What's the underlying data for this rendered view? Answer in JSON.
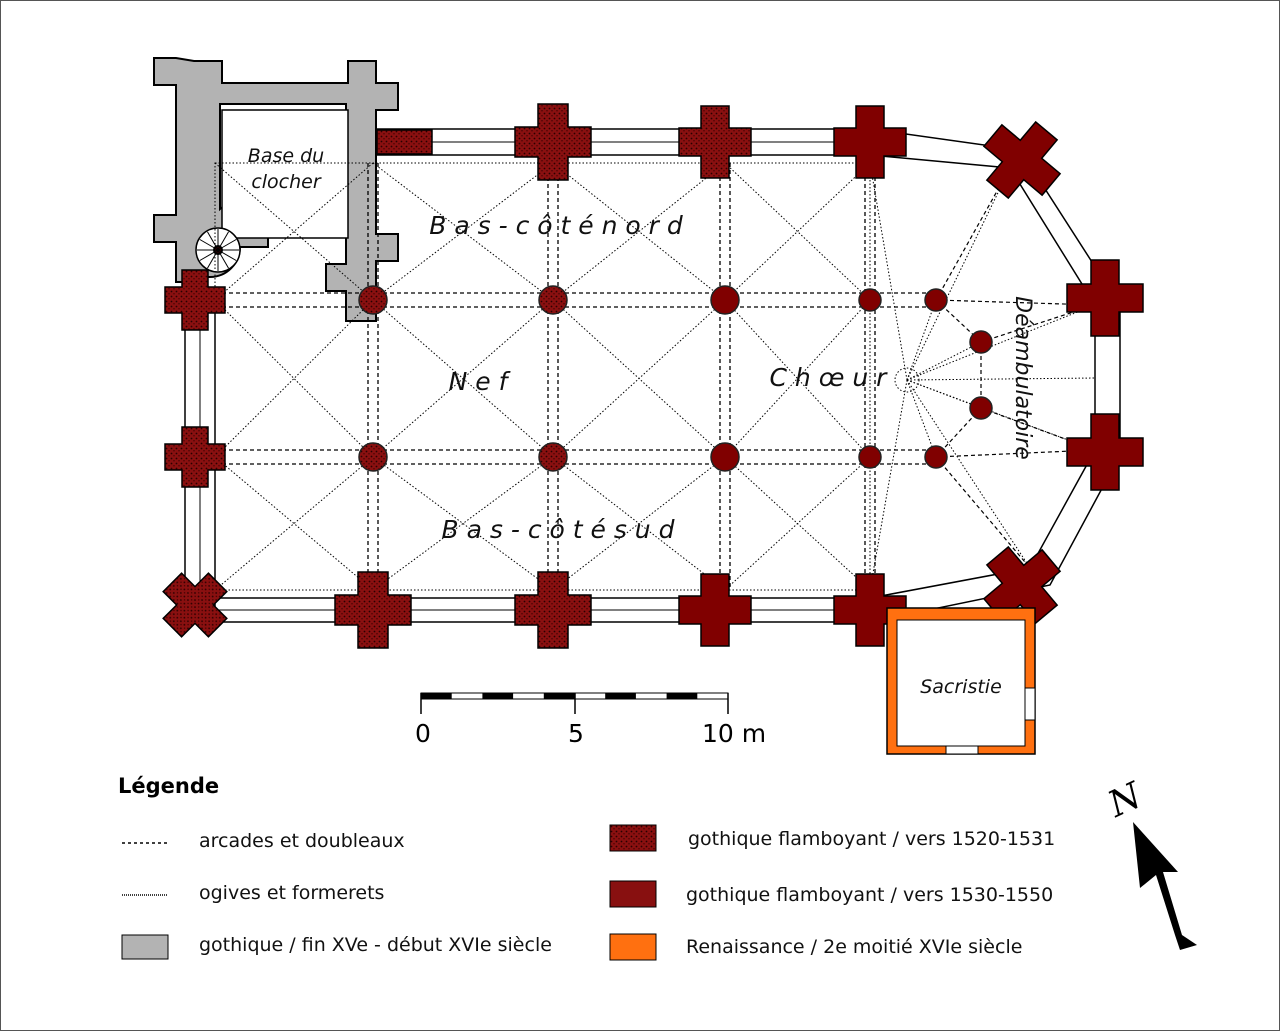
{
  "plan": {
    "labels": {
      "tower": [
        "Base du",
        "clocher"
      ],
      "north_aisle": "B a s - c ô t é   n o r d",
      "nave": "N e f",
      "choir": "C h œ u r",
      "ambulatory": "Déambulatoire",
      "south_aisle": "B a s - c ô t é   s u d",
      "sacristy": "Sacristie"
    }
  },
  "scale_bar": {
    "labels": [
      "0",
      "5",
      "10 m"
    ]
  },
  "north_arrow": {
    "label": "N"
  },
  "legend": {
    "title": "Légende",
    "items": [
      {
        "label": "arcades et doubleaux",
        "symbol": "dashed-line"
      },
      {
        "label": "ogives et formerets",
        "symbol": "dotted-line"
      },
      {
        "label": "gothique / fin XVe - début XVIe siècle",
        "color": "#b3b3b3"
      },
      {
        "label": "gothique flamboyant / vers 1520-1531",
        "color": "#7a0a0a",
        "pattern": "dotted"
      },
      {
        "label": "gothique flamboyant / vers 1530-1550",
        "color": "#800000"
      },
      {
        "label": "Renaissance / 2e moitié XVIe siècle",
        "color": "#ff7010"
      }
    ]
  }
}
